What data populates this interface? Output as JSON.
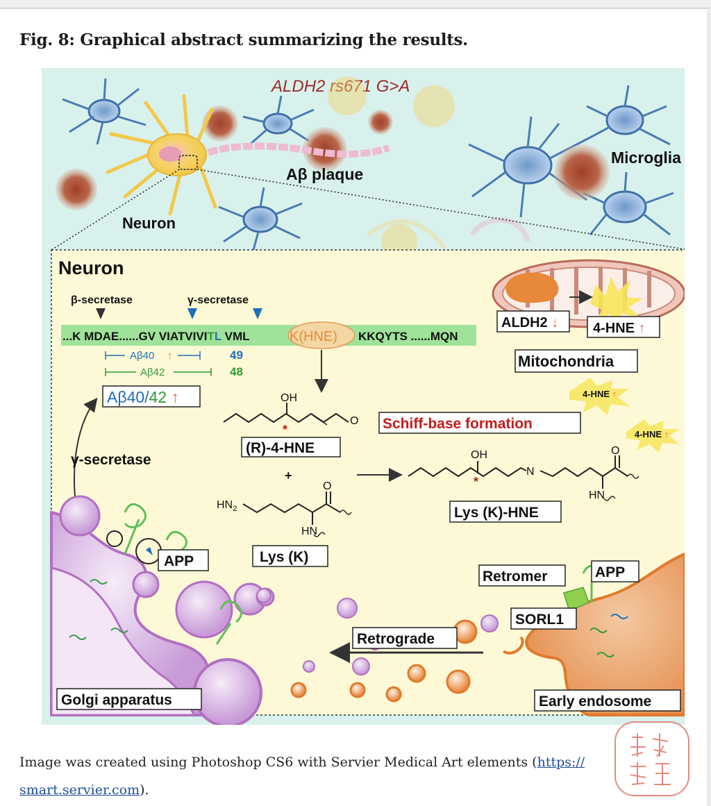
{
  "figure": {
    "title": "Fig. 8: Graphical abstract summarizing the results."
  },
  "abstract": {
    "header_title": "ALDH2 rs671 G>A",
    "labels": {
      "ab_plaque": "Aβ plaque",
      "microglia": "Microglia",
      "neuron": "Neuron",
      "neuron_panel": "Neuron",
      "beta_secretase": "β-secretase",
      "gamma_secretase_top": "γ-secretase",
      "gamma_secretase_side": "γ-secretase",
      "ab40": "Aβ40",
      "ab42": "Aβ42",
      "num_49": "49",
      "num_48": "48",
      "ab_ratio_40": "Aβ40/",
      "ab_ratio_42": "42",
      "mitochondria": "Mitochondria",
      "aldh2": "ALDH2",
      "hne_mito": "4-HNE",
      "hne_burst1": "4-HNE",
      "hne_burst2": "4-HNE",
      "oh_1": "OH",
      "o_1": "O",
      "r4hne": "(R)-4-HNE",
      "plus": "+",
      "h2n": "HN",
      "h2n_sub": "2",
      "o_2": "O",
      "hn_1": "HN",
      "lysk": "Lys (K)",
      "schiff": "Schiff-base formation",
      "oh_2": "OH",
      "n_imine": "N",
      "o_3": "O",
      "hn_2": "HN",
      "lys_hne": "Lys (K)-HNE",
      "app_left": "APP",
      "retromer": "Retromer",
      "app_right": "APP",
      "sorl1": "SORL1",
      "retrograde": "Retrograde",
      "golgi": "Golgi apparatus",
      "early_endosome": "Early endosome"
    },
    "sequence": {
      "part1": "...K MDAE......GV VIATVIVI",
      "tl_t": "T",
      "tl_l": "L",
      "part2": " VML",
      "khne": "K(HNE)",
      "part3": "KKQYTS ......MQN"
    },
    "colors": {
      "ab40_blue": "#1f6fb8",
      "ab42_green": "#2e9a35",
      "schiff_red": "#c41b1b",
      "title_red": "#9b2a2a",
      "up_arrow_red": "#e06a5a",
      "sequence_band": "#9fe39a"
    }
  },
  "caption": {
    "text": "Image was created using Photoshop CS6 with Servier Medical Art elements (",
    "link": "https://smart.servier.com",
    "link_line1": "https://",
    "link_line2": "smart.servier.com",
    "end": ")."
  }
}
